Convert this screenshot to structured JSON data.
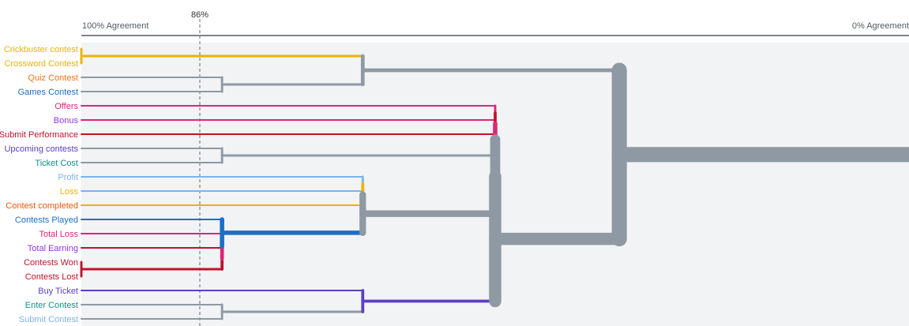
{
  "header": {
    "left_label": "100% Agreement",
    "right_label": "0% Agreement",
    "cut_label": "86%"
  },
  "chart_data": {
    "type": "dendrogram",
    "axis": {
      "left": "100% Agreement",
      "right": "0% Agreement"
    },
    "cut_line": {
      "value": 0.86,
      "label": "86%"
    },
    "colors": {
      "plot_bg": "#f2f3f5",
      "branch_gray": "#8f99a3",
      "axis_line": "#555a60",
      "cut_line": "#7a8490"
    },
    "leaves": [
      {
        "label": "Crickbuster contest",
        "color": "#eab308"
      },
      {
        "label": "Crossword Contest",
        "color": "#eab308"
      },
      {
        "label": "Quiz Contest",
        "color": "#f97316"
      },
      {
        "label": "Games Contest",
        "color": "#1d6fc4"
      },
      {
        "label": "Offers",
        "color": "#db2777"
      },
      {
        "label": "Bonus",
        "color": "#9333ea"
      },
      {
        "label": "Submit Performance",
        "color": "#c0122c"
      },
      {
        "label": "Upcoming contests",
        "color": "#5b3fc4"
      },
      {
        "label": "Ticket Cost",
        "color": "#0d9488"
      },
      {
        "label": "Profit",
        "color": "#7cb3ea"
      },
      {
        "label": "Loss",
        "color": "#eab308"
      },
      {
        "label": "Contest completed",
        "color": "#ea580c"
      },
      {
        "label": "Contests Played",
        "color": "#1d6fc4"
      },
      {
        "label": "Total Loss",
        "color": "#db2777"
      },
      {
        "label": "Total Earning",
        "color": "#9333ea"
      },
      {
        "label": "Contests Won",
        "color": "#c0122c"
      },
      {
        "label": "Contests Lost",
        "color": "#c0122c"
      },
      {
        "label": "Buy Ticket",
        "color": "#5b3fc4"
      },
      {
        "label": "Enter Contest",
        "color": "#0d9488"
      },
      {
        "label": "Submit Contest",
        "color": "#7cb3ea"
      }
    ],
    "merges": [
      {
        "members": [
          0,
          1
        ],
        "agreement": 1.0,
        "color": "#eab308"
      },
      {
        "members": [
          2,
          3
        ],
        "agreement": 0.83,
        "color": "#8f99a3"
      },
      {
        "members": [
          15,
          16
        ],
        "agreement": 1.0,
        "color": "#c0122c"
      },
      {
        "members": [
          14,
          15,
          16
        ],
        "agreement": 0.83,
        "color": "#c0122c"
      },
      {
        "members": [
          13,
          14,
          15,
          16
        ],
        "agreement": 0.83,
        "color": "#db2777"
      },
      {
        "members": [
          12,
          13,
          14,
          15,
          16
        ],
        "agreement": 0.83,
        "color": "#1d6fc4"
      },
      {
        "members": [
          7,
          8
        ],
        "agreement": 0.83,
        "color": "#8f99a3"
      },
      {
        "members": [
          18,
          19
        ],
        "agreement": 0.83,
        "color": "#8f99a3"
      },
      {
        "members": [
          0,
          1,
          2,
          3
        ],
        "agreement": 0.66,
        "color": "#8f99a3"
      },
      {
        "members": [
          9,
          10
        ],
        "agreement": 0.66,
        "color": "#7cb3ea"
      },
      {
        "members": [
          9,
          10,
          11
        ],
        "agreement": 0.66,
        "color": "#eab308"
      },
      {
        "members": [
          9,
          10,
          11,
          12,
          13,
          14,
          15,
          16
        ],
        "agreement": 0.66,
        "color": "#8f99a3"
      },
      {
        "members": [
          17,
          18,
          19
        ],
        "agreement": 0.66,
        "color": "#5b3fc4"
      },
      {
        "members": [
          4,
          5
        ],
        "agreement": 0.5,
        "color": "#db2777"
      },
      {
        "members": [
          4,
          5,
          6
        ],
        "agreement": 0.5,
        "color": "#c0122c"
      },
      {
        "members": [
          4,
          5,
          6,
          7,
          8
        ],
        "agreement": 0.5,
        "color": "#db2777"
      },
      {
        "members": [
          4,
          5,
          6,
          7,
          8,
          9,
          10,
          11,
          12,
          13,
          14,
          15,
          16
        ],
        "agreement": 0.5,
        "color": "#8f99a3"
      },
      {
        "members": [
          4,
          5,
          6,
          7,
          8,
          9,
          10,
          11,
          12,
          13,
          14,
          15,
          16,
          17,
          18,
          19
        ],
        "agreement": 0.5,
        "color": "#8f99a3"
      },
      {
        "members": [
          0,
          1,
          2,
          3,
          4,
          5,
          6,
          7,
          8,
          9,
          10,
          11,
          12,
          13,
          14,
          15,
          16,
          17,
          18,
          19
        ],
        "agreement": 0.35,
        "color": "#8f99a3"
      }
    ]
  }
}
